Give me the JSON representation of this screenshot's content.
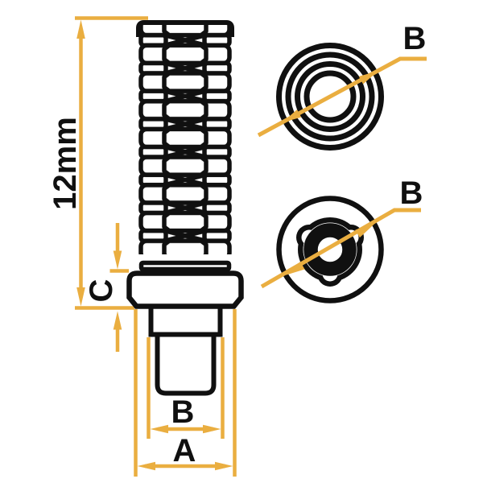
{
  "colors": {
    "dimension_accent": "#EAAE40",
    "line_ink": "#101010",
    "background": "#FFFFFF"
  },
  "labels": {
    "overall_height": "12mm",
    "collar_height": "C",
    "post_width": "B",
    "flange_width": "A",
    "section_top": "B",
    "section_bottom": "B"
  }
}
